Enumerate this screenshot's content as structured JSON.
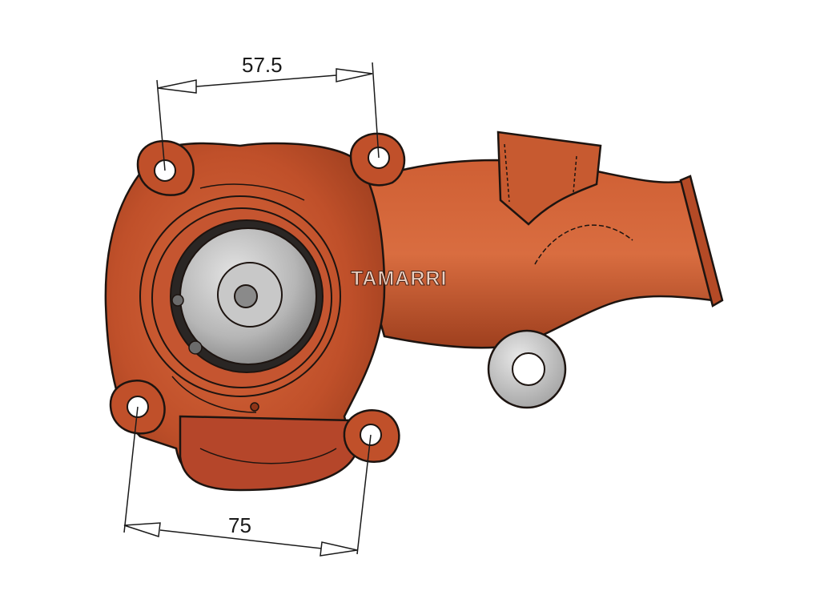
{
  "brand": {
    "name": "TAMARRI"
  },
  "dimensions": {
    "top_label": "57.5",
    "bottom_label": "75"
  },
  "colors": {
    "body": "#c0502a",
    "body_dark": "#8f3518",
    "body_light": "#d8683d",
    "outline": "#1d1410",
    "metal": "#b9b9b9",
    "metal_dark": "#6f6f6f"
  }
}
